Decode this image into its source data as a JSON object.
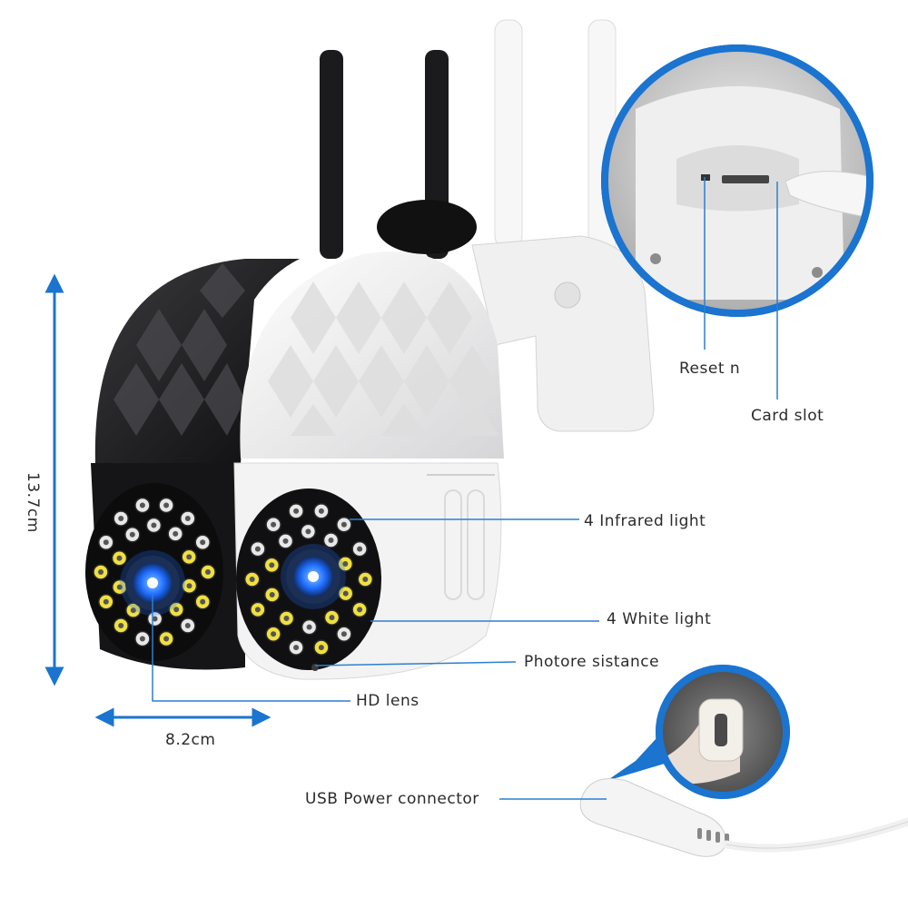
{
  "labels": {
    "reset": "Reset n",
    "card_slot": "Card slot",
    "infrared": "4 Infrared light",
    "white_light": "4 White light",
    "photoresistance": "Photore sistance",
    "hd_lens": "HD lens",
    "usb": "USB Power connector"
  },
  "dimensions": {
    "height": "13.7cm",
    "width": "8.2cm"
  },
  "colors": {
    "accent": "#1a74d0",
    "leader_line": "#2c7fd1",
    "black_camera": "#1c1c1e",
    "white_camera": "#f2f2f2",
    "white_led": "#f0e040",
    "infrared_led": "#e8e8e8",
    "lens_glow": "#1e6cff"
  },
  "icons": [
    "dimension-arrow-vertical",
    "dimension-arrow-horizontal",
    "magnifier-inset-card-slot",
    "magnifier-inset-usb"
  ]
}
